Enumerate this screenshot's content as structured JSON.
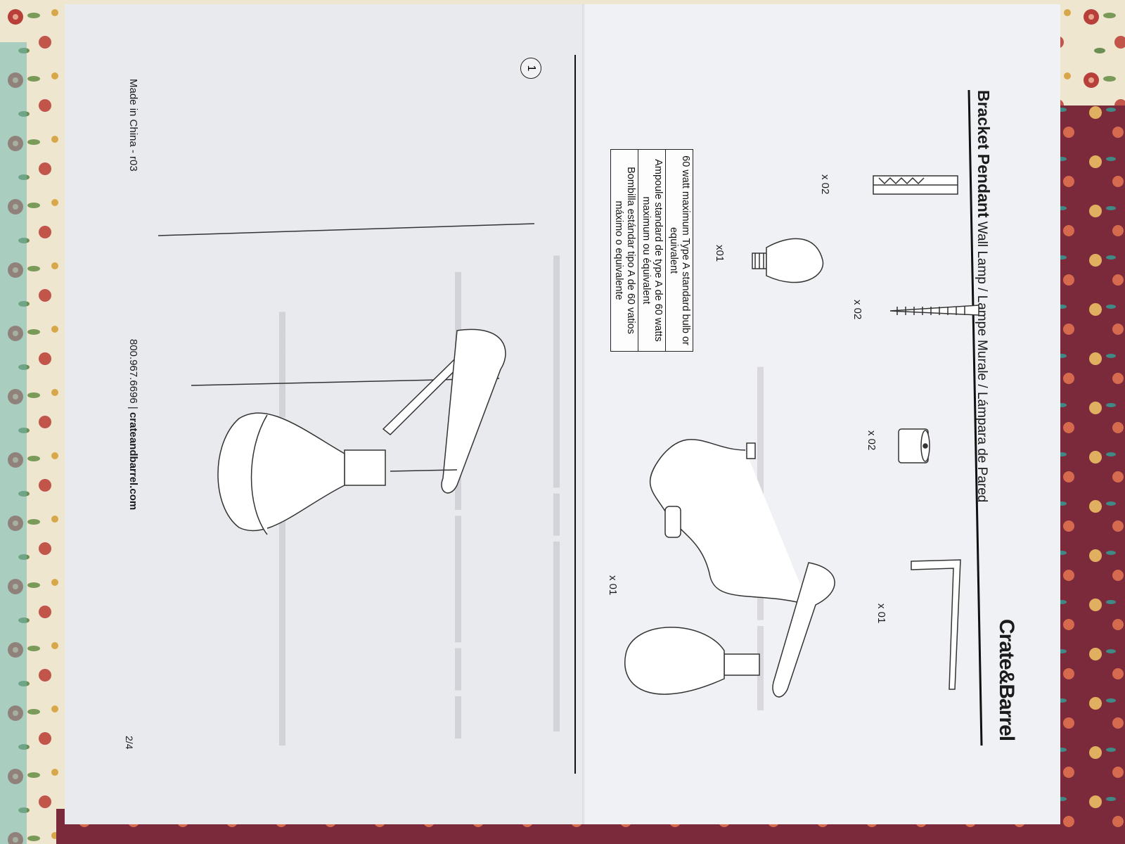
{
  "document": {
    "brand": "Crate&Barrel",
    "product_name": "Bracket Pendant",
    "product_subtitle": "Wall Lamp / Lampe Murale / Lámpara de Pared",
    "parts": [
      {
        "icon": "wall-anchor-icon",
        "qty": "x 02"
      },
      {
        "icon": "screw-icon",
        "qty": "x 02"
      },
      {
        "icon": "screw-cap-icon",
        "qty": "x 02"
      },
      {
        "icon": "bracket-arm-icon",
        "qty": "x 01"
      },
      {
        "icon": "light-bulb-icon",
        "qty": "x01"
      },
      {
        "icon": "pendant-lamp-with-cord-icon",
        "qty": "x 01"
      }
    ],
    "bulb_spec": [
      "60 watt maximum Type A standard bulb or equivalent",
      "Ampoule standard de type A de 60 watts maximum ou équivalent",
      "Bombilla estándar tipo A de 60 vatios máximo o equivalente"
    ],
    "step_number": "1",
    "footer": {
      "origin": "Made in China - r03",
      "phone": "800.967.6696 |",
      "website": "crateandbarrel.com",
      "page": "2/4"
    }
  },
  "colors": {
    "paper": "#f0f1f4",
    "ink": "#1b1b1b",
    "quilt_red": "#b8403a",
    "quilt_teal": "#6fb8b0",
    "quilt_cream": "#efe6cf"
  }
}
